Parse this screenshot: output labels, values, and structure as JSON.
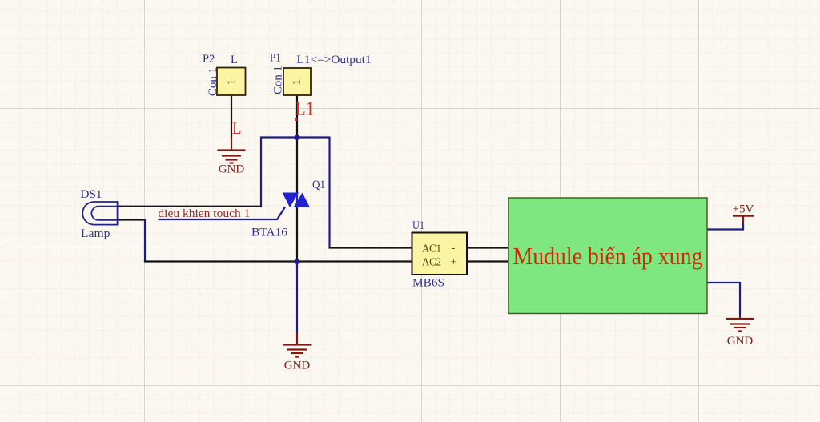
{
  "schematic": {
    "connectors": {
      "p2": {
        "designator": "P2",
        "comment": "Con 1",
        "net_label": "L",
        "pin_number": "1"
      },
      "p1": {
        "designator": "P1",
        "comment": "Con 1",
        "net_label": "L1<=>Output1",
        "pin_number": "1"
      }
    },
    "lamp": {
      "designator": "DS1",
      "comment": "Lamp"
    },
    "triac": {
      "designator": "Q1",
      "comment": "BTA16"
    },
    "rectifier": {
      "designator": "U1",
      "comment": "MB6S",
      "pin_ac1": "AC1",
      "pin_ac2": "AC2",
      "pin_minus": "-",
      "pin_plus": "+"
    },
    "module": {
      "label": "Mudule biến áp xung"
    },
    "net_labels": {
      "l": "L",
      "l1": "L1",
      "gate": "dieu khien touch 1"
    },
    "power": {
      "vcc": "+5V",
      "gnd_p2": "GND",
      "gnd_main": "GND",
      "gnd_right": "GND"
    },
    "colors": {
      "background": "#fbf8f1",
      "grid_minor": "#eae0d4",
      "grid_major": "#d7d5cf",
      "wire_blue": "#1d1d86",
      "wire_black": "#141414",
      "symbol_blue": "#2222cf",
      "ground_red": "#7e1a12",
      "label_blue": "#2e2e96",
      "net_label_red": "#df2a1c",
      "module_fill": "#7fe77f",
      "module_text": "#d32a05",
      "part_fill": "#fbf5a3"
    }
  }
}
